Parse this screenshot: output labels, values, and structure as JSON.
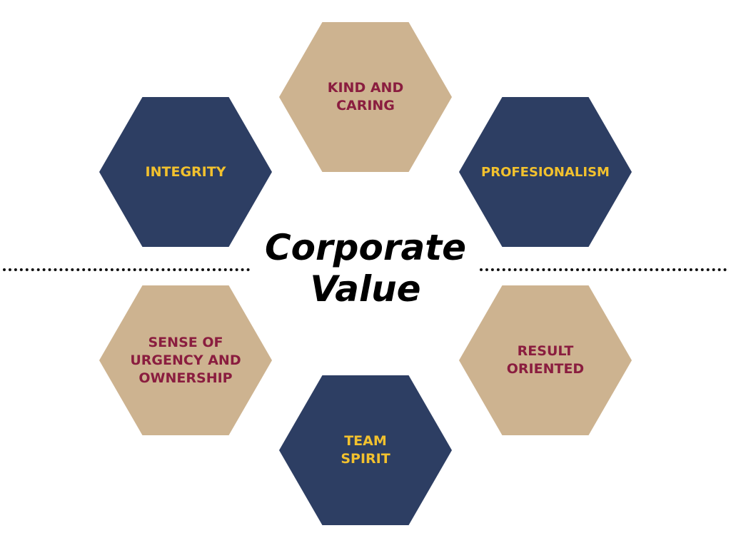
{
  "title": "Corporate\nValue",
  "colors": {
    "navy": "#2d3e63",
    "tan": "#cdb390",
    "yellow": "#f2c12e",
    "maroon": "#8a1d3f",
    "dotted_line": "#111111"
  },
  "values": [
    {
      "label": "KIND AND\nCARING",
      "fill": "tan",
      "text_color": "maroon"
    },
    {
      "label": "INTEGRITY",
      "fill": "navy",
      "text_color": "yellow"
    },
    {
      "label": "PROFESIONALISM",
      "fill": "navy",
      "text_color": "yellow"
    },
    {
      "label": "SENSE OF\nURGENCY AND\nOWNERSHIP",
      "fill": "tan",
      "text_color": "maroon"
    },
    {
      "label": "RESULT\nORIENTED",
      "fill": "tan",
      "text_color": "maroon"
    },
    {
      "label": "TEAM\nSPIRIT",
      "fill": "navy",
      "text_color": "yellow"
    }
  ]
}
